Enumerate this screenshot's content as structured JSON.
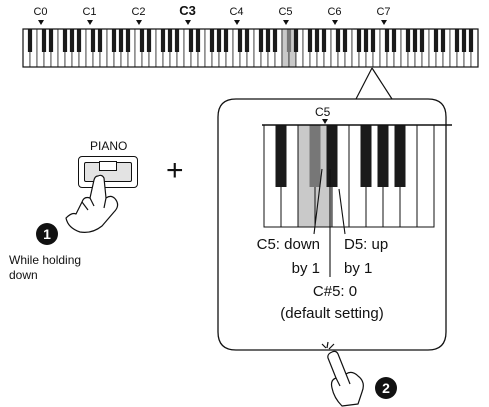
{
  "keyboard": {
    "octave_labels": [
      "C0",
      "C1",
      "C2",
      "C3",
      "C4",
      "C5",
      "C6",
      "C7"
    ],
    "highlighted_octave": "C3",
    "highlighted_key": "C5"
  },
  "panel": {
    "button_label": "PIANO",
    "plus_sign": "+",
    "step1_number": "1",
    "step1_caption_line1": "While holding",
    "step1_caption_line2": "down"
  },
  "zoom": {
    "key_label": "C5",
    "down_line1": "C5: down",
    "down_line2": "by 1",
    "up_line1": "D5: up",
    "up_line2": "by 1",
    "default_line1": "C#5: 0",
    "default_line2": "(default setting)"
  },
  "step2_number": "2",
  "colors": {
    "highlight_key": "#c9c9c9",
    "black_key": "#1a1a1a",
    "highlight_black_key": "#777777",
    "outline": "#111111"
  }
}
